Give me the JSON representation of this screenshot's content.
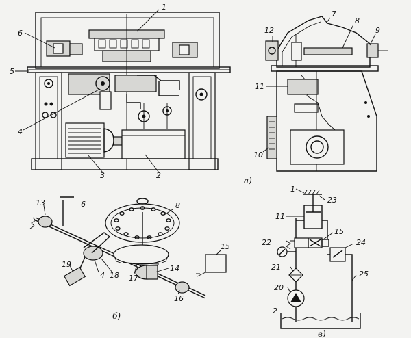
{
  "labels": {
    "a1": "1",
    "a2": "2",
    "a3": "3",
    "a4": "4",
    "a5": "5",
    "a6": "6",
    "a7": "7",
    "a8": "8",
    "a9": "9",
    "a10": "10",
    "a11": "11",
    "a12": "12",
    "b6": "6",
    "b8": "8",
    "b13": "13",
    "b4": "4",
    "b14": "14",
    "b15": "15",
    "b16": "16",
    "b17": "17",
    "b18": "18",
    "b19": "19",
    "c1": "1",
    "c2": "2",
    "c11": "11",
    "c15": "15",
    "c20": "20",
    "c21": "21",
    "c22": "22",
    "c23": "23",
    "c24": "24",
    "c25": "25"
  },
  "captions": {
    "a": "а)",
    "b": "б)",
    "c": "в)"
  }
}
